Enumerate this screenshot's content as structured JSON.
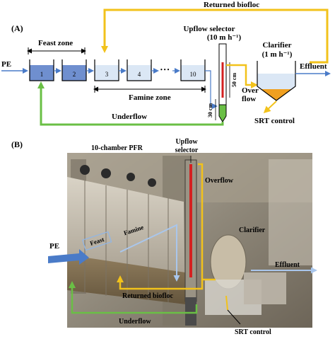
{
  "panel_a": {
    "label": "(A)",
    "pe": "PE",
    "feast_zone": "Feast zone",
    "famine_zone": "Famine zone",
    "chambers": [
      "1",
      "2",
      "3",
      "4",
      "10"
    ],
    "ellipsis": "• • •",
    "returned_biofloc": "Returned biofloc",
    "upflow_selector_line1": "Upflow selector",
    "upflow_selector_line2": "(10 m h⁻¹)",
    "height_50": "50 cm",
    "height_30": "30 cm",
    "clarifier_line1": "Clarifier",
    "clarifier_line2": "(1 m h⁻¹)",
    "effluent": "Effluent",
    "overflow_line1": "Over",
    "overflow_line2": "flow",
    "underflow": "Underflow",
    "srt_control": "SRT control"
  },
  "panel_b": {
    "label": "(B)",
    "pfr_title": "10-chamber PFR",
    "upflow_selector_line1": "Upflow",
    "upflow_selector_line2": "selector",
    "overflow": "Overflow",
    "clarifier": "Clarifier",
    "feast": "Feast",
    "famine": "Famine",
    "pe": "PE",
    "effluent": "Effluent",
    "returned_biofloc": "Returned biofloc",
    "underflow": "Underflow",
    "srt_control": "SRT control"
  },
  "colors": {
    "feast_fill": "#6f8fcf",
    "famine_fill": "#dbe7f5",
    "inflow_blue": "#4a7bc8",
    "return_yellow": "#f2c21b",
    "underflow_green": "#6abf45",
    "selector_red": "#d42020",
    "sludge_orange": "#f0a020",
    "label_box_yellow": "#f5c518"
  }
}
